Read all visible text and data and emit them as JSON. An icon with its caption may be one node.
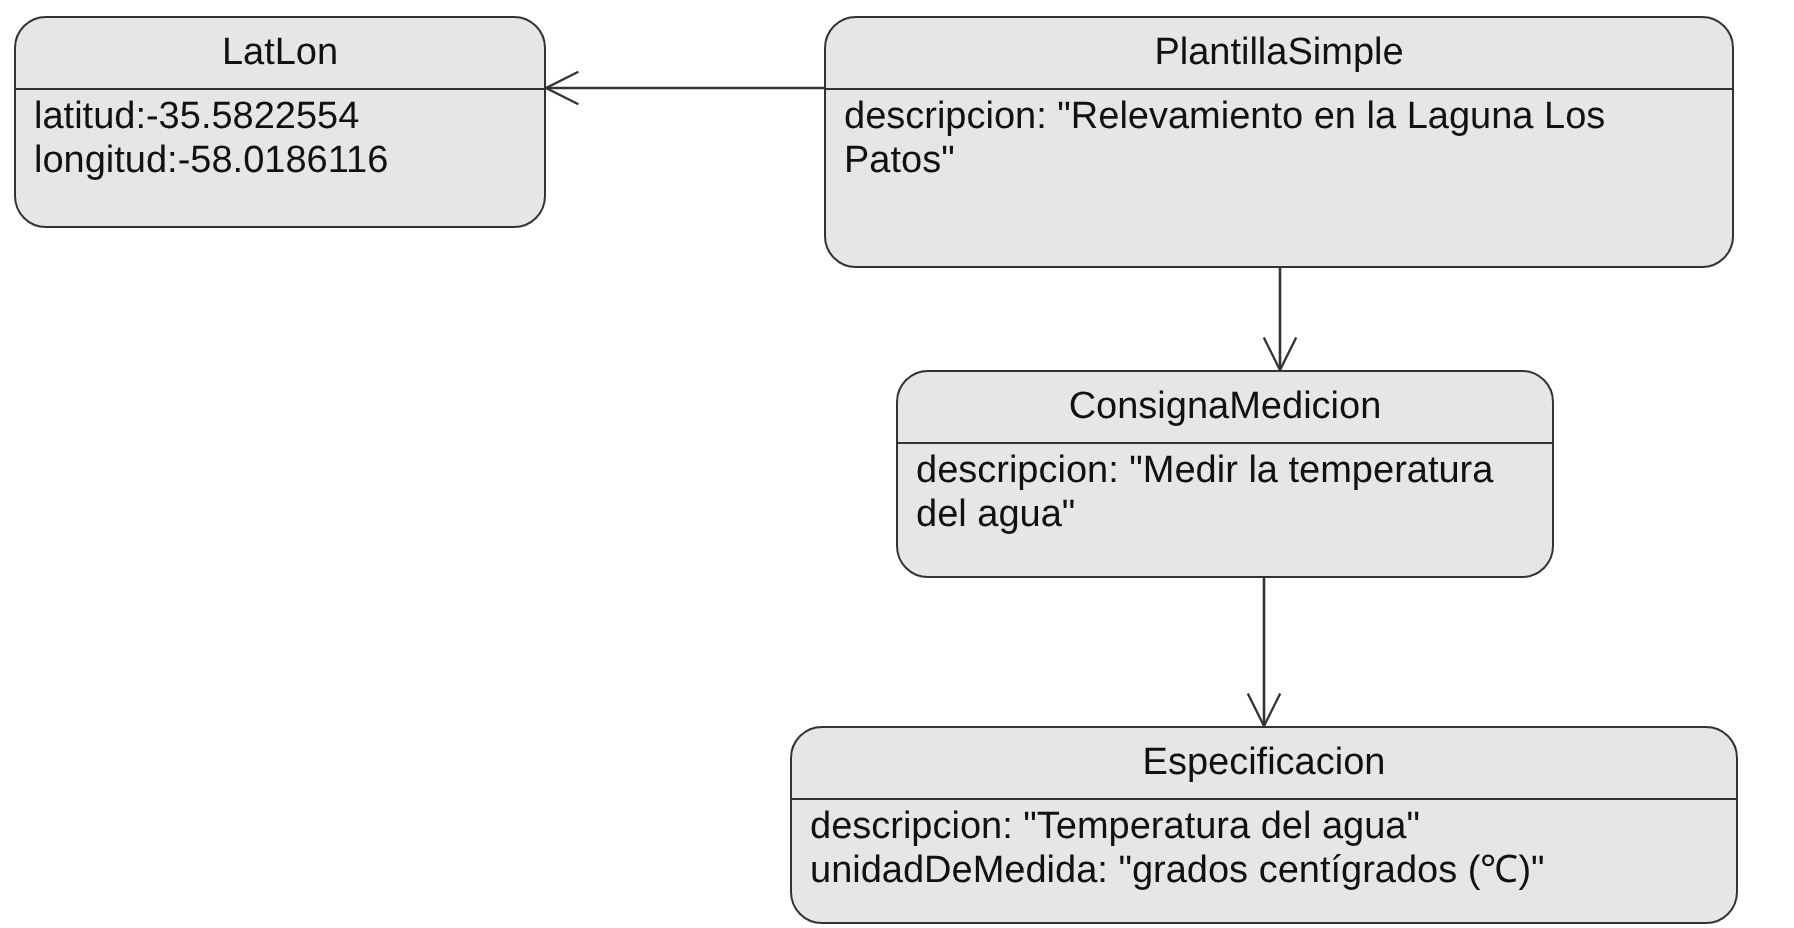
{
  "diagram": {
    "nodes": [
      {
        "text": [
          "LatLon",
          "latitud:-35.5822554",
          "longitud:-58.0186116"
        ]
      },
      {
        "text": [
          "PlantillaSimple",
          "descripcion: \"Relevamiento en la Laguna Los Patos\""
        ]
      },
      {
        "text": [
          "ConsignaMedicion",
          "descripcion: \"Medir la temperatura del agua\""
        ]
      },
      {
        "text": [
          "Especificacion",
          "descripcion: \"Temperatura del agua\"",
          "unidadDeMedida: \"grados centígrados (℃)\""
        ]
      }
    ],
    "edges": [
      {
        "from": 1,
        "to": 0,
        "arrow": "to"
      },
      {
        "from": 1,
        "to": 2,
        "arrow": "to"
      },
      {
        "from": 2,
        "to": 3,
        "arrow": "to"
      }
    ]
  }
}
